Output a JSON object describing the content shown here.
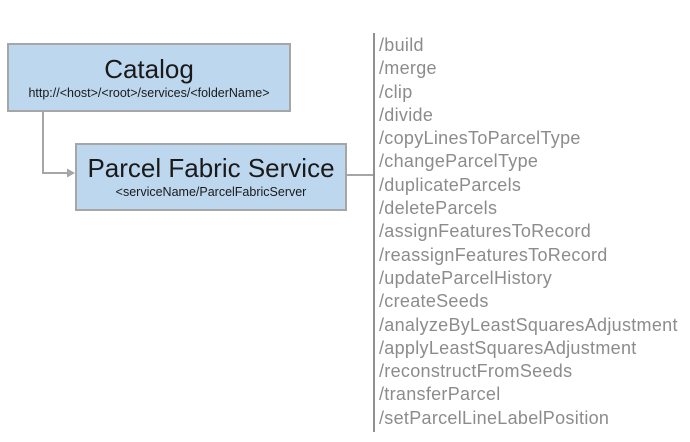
{
  "catalog": {
    "title": "Catalog",
    "subtitle": "http://<host>/<root>/services/<folderName>"
  },
  "service": {
    "title": "Parcel Fabric Service",
    "subtitle": "<serviceName/ParcelFabricServer"
  },
  "endpoints": [
    "/build",
    "/merge",
    "/clip",
    "/divide",
    "/copyLinesToParcelType",
    "/changeParcelType",
    "/duplicateParcels",
    "/deleteParcels",
    "/assignFeaturesToRecord",
    "/reassignFeaturesToRecord",
    "/updateParcelHistory",
    "/createSeeds",
    "/analyzeByLeastSquaresAdjustment",
    "/applyLeastSquaresAdjustment",
    "/reconstructFromSeeds",
    "/transferParcel",
    "/setParcelLineLabelPosition"
  ],
  "icons": {
    "arrowhead_right": "triangle pointing right at Parcel Fabric Service box"
  },
  "colors": {
    "node_fill": "#BDD7EE",
    "node_border": "#A6A6A6",
    "connector": "#A6A6A6",
    "separator_line": "#909090",
    "endpoint_text": "#8C8C8C",
    "title_text": "#1A1A1A",
    "background": "#FFFFFF"
  }
}
